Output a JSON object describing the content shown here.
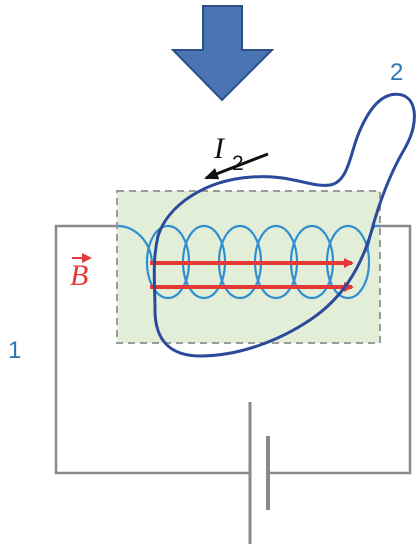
{
  "labels": {
    "loop_number": "2",
    "circuit_number": "1",
    "current_symbol": "I",
    "current_subscript": "2",
    "field_symbol": "B"
  },
  "colors": {
    "circuit_wire": "#8a8a8a",
    "coil": "#2f8fd0",
    "loop": "#2b4a9a",
    "field_arrows": "#e53935",
    "arrow_fill": "#4a74b4",
    "arrow_stroke": "#2c4f86",
    "core_fill": "#e3eed9",
    "label_blue": "#2e75b6"
  },
  "icons": {
    "motion_arrow": "down-arrow-icon",
    "current_arrow": "arrow-left-icon",
    "field_vector": "vector-arrow-icon"
  }
}
